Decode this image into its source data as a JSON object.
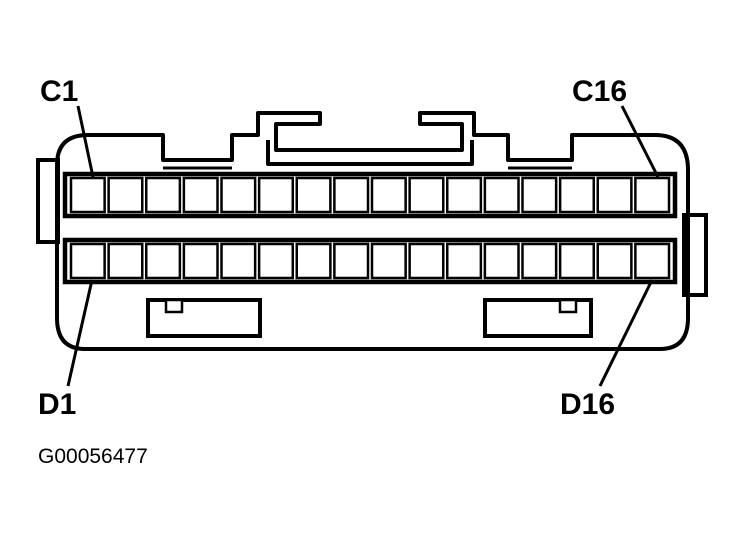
{
  "connector": {
    "labels": {
      "c_first": "C1",
      "c_last": "C16",
      "d_first": "D1",
      "d_last": "D16"
    },
    "rows": [
      {
        "row": "C",
        "pin_count": 16
      },
      {
        "row": "D",
        "pin_count": 16
      }
    ]
  },
  "figure_id": "G00056477"
}
